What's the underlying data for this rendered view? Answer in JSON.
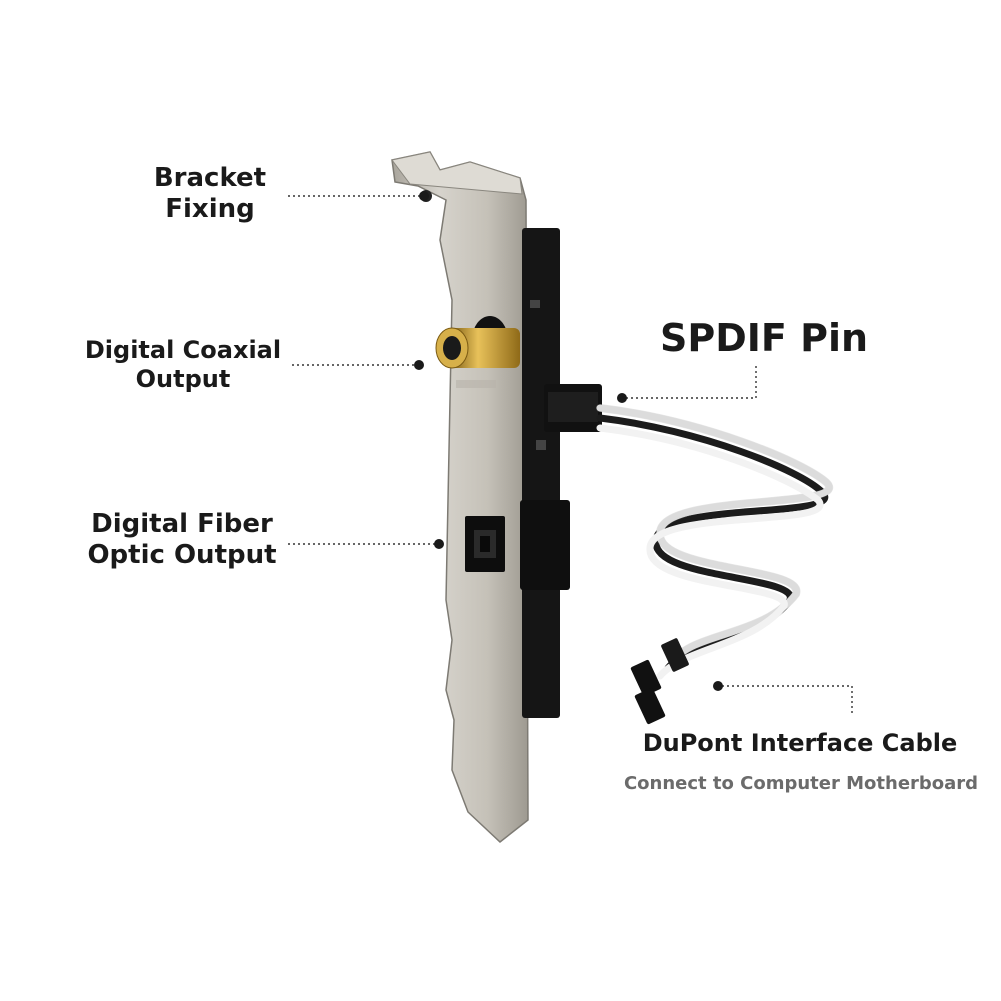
{
  "labels": {
    "bracket": [
      "Bracket",
      "Fixing"
    ],
    "coax": [
      "Digital Coaxial",
      "Output"
    ],
    "optic": [
      "Digital Fiber",
      "Optic Output"
    ],
    "spdif": "SPDIF Pin",
    "dupont": "DuPont Interface Cable",
    "connect": "Connect to Computer Motherboard"
  },
  "colors": {
    "bracket_metal": "#c9c5bd",
    "pcb": "#141414",
    "gold": "#c89a2a",
    "wire_white": "#f2f2f2",
    "wire_black": "#1c1c1c",
    "text": "#1a1a1a",
    "subtext": "#6b6b6b"
  }
}
